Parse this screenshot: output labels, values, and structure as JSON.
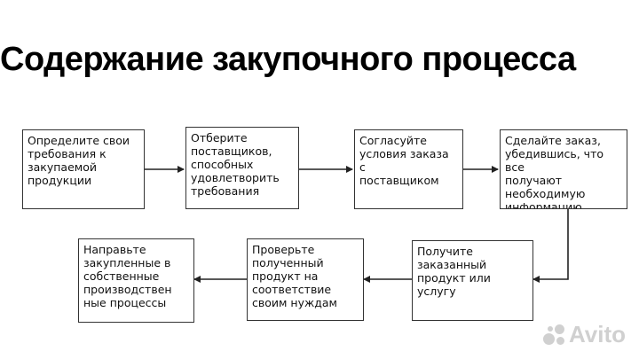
{
  "title": "Содержание закупочного процесса",
  "steps": [
    {
      "text": "Определите свои\nтребования к\nзакупаемой\nпродукции"
    },
    {
      "text": "Отберите\nпоставщиков,\nспособных\nудовлетворить\nтребования"
    },
    {
      "text": "Согласуйте\nусловия заказа с\nпоставщиком"
    },
    {
      "text": "Сделайте заказ,\nубедившись, что все\nполучают\nнеобходимую\nинформацию"
    },
    {
      "text": "Получите\nзаказанный\nпродукт или\nуслугу"
    },
    {
      "text": "Проверьте\nполученный\nпродукт на\nсоответствие\nсвоим нуждам"
    },
    {
      "text": "Направьте\nзакупленные в\nсобственные\nпроизводствен\nные процессы"
    }
  ],
  "watermark": {
    "text": "Avito",
    "icon": "avito-logo-icon"
  },
  "colors": {
    "line": "#222222",
    "box_border": "#333333"
  }
}
